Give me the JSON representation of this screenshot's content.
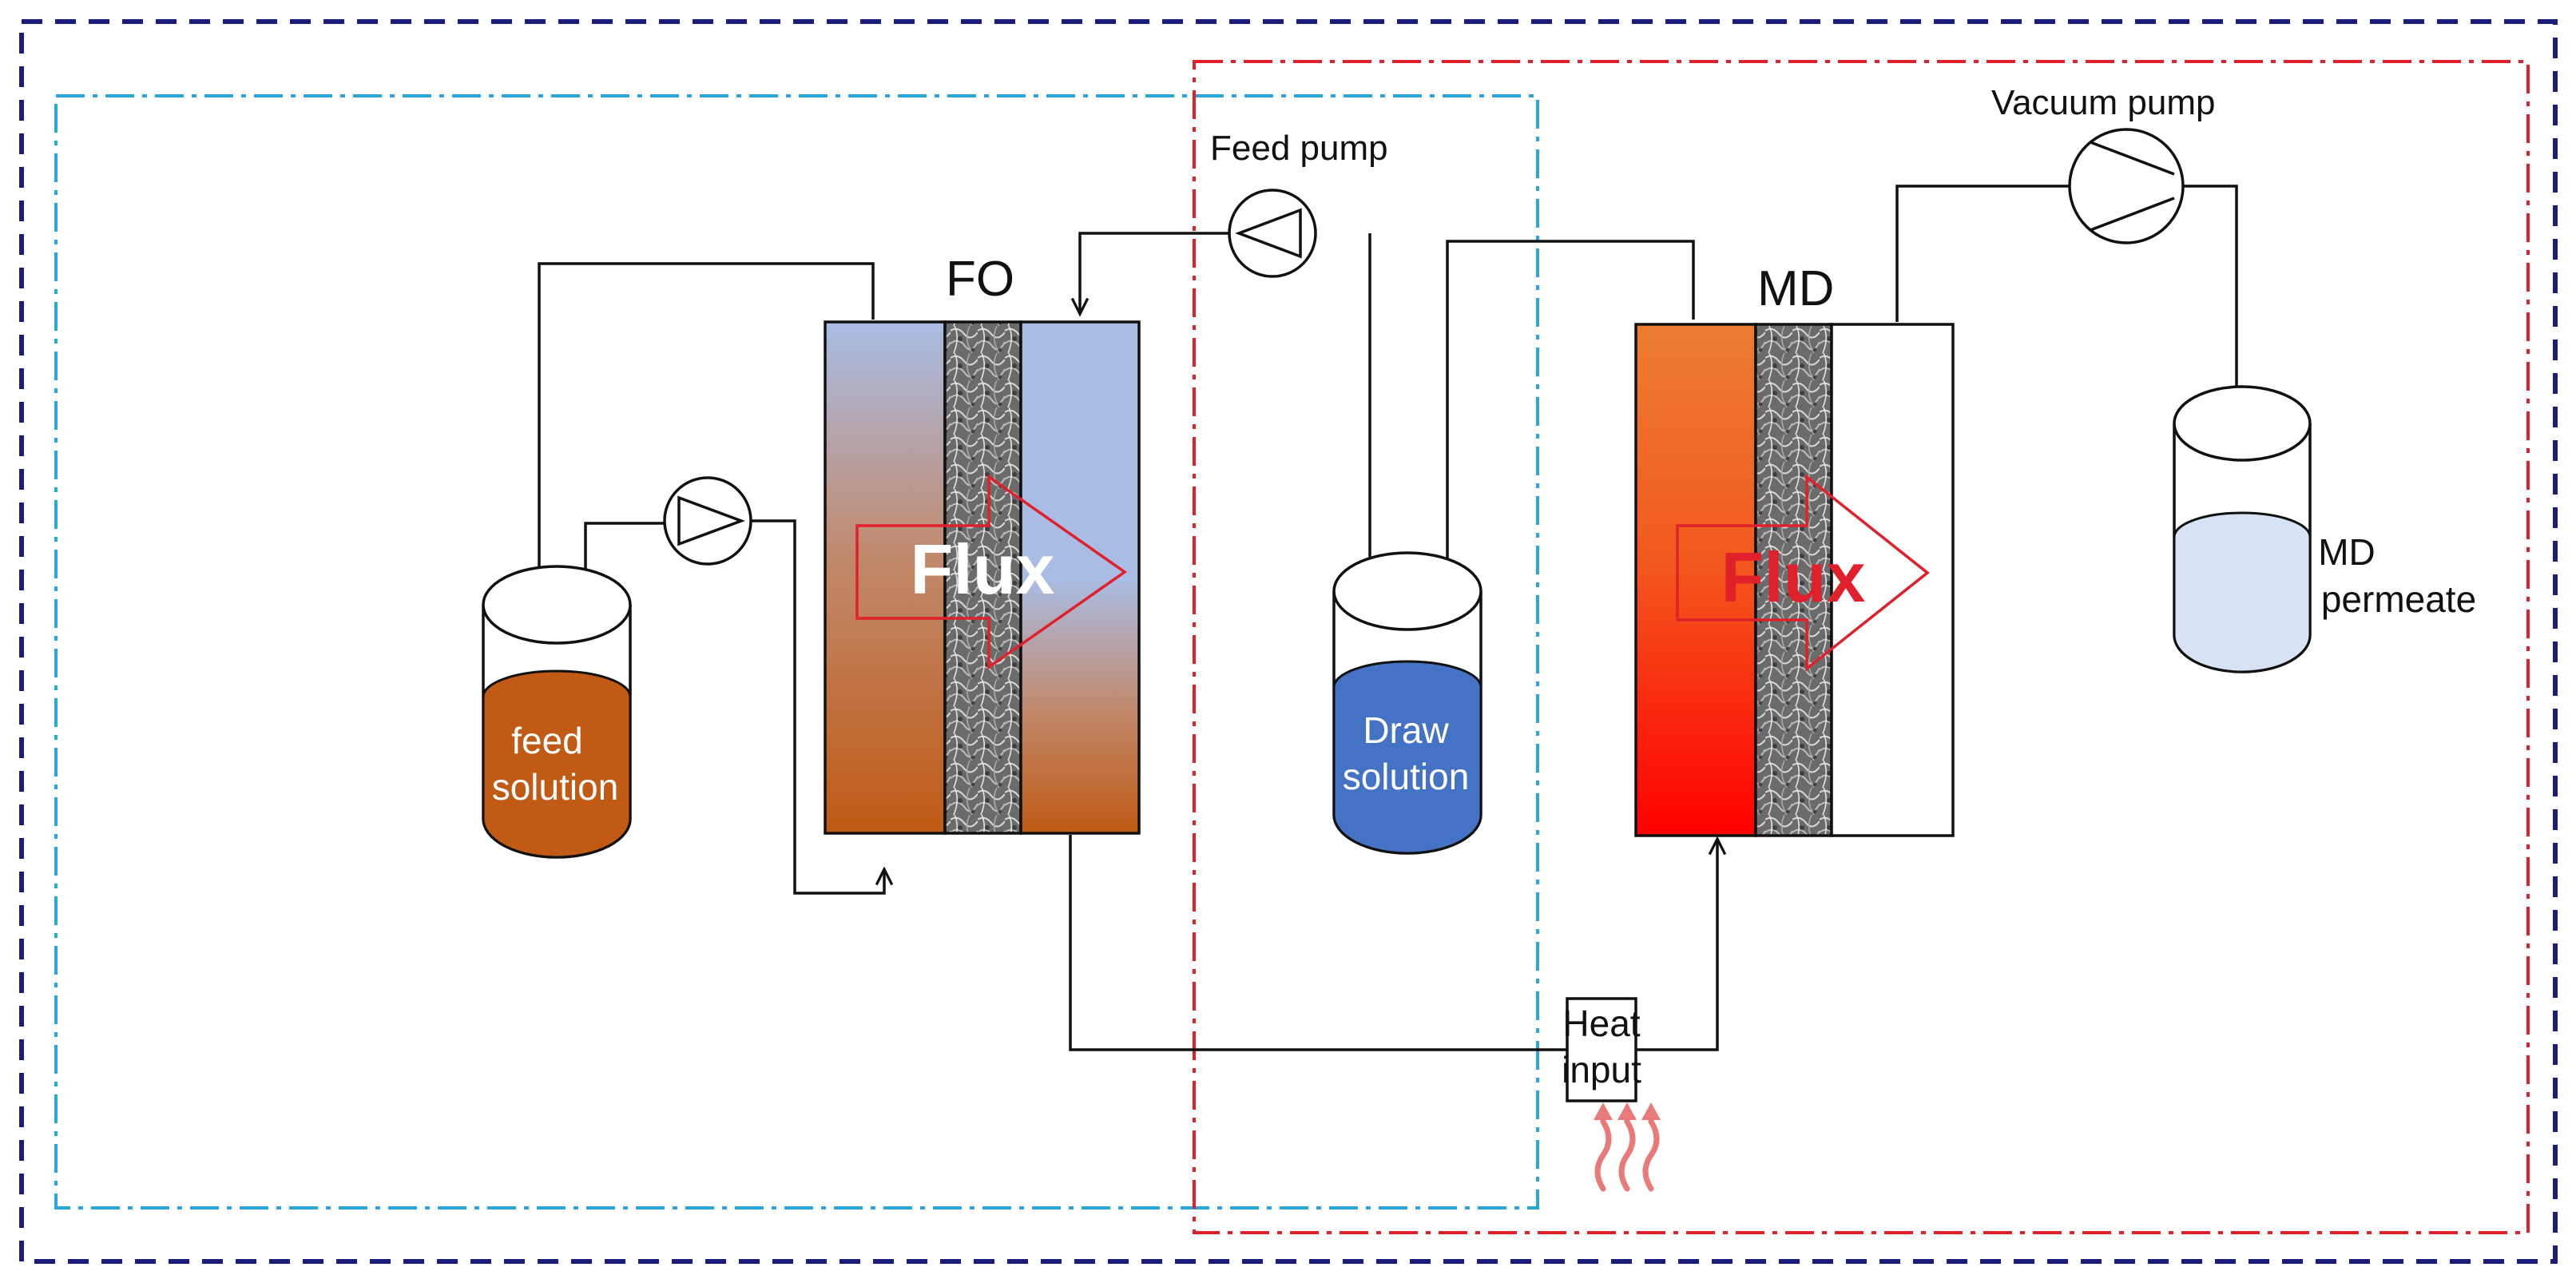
{
  "labels": {
    "feed_pump": "Feed pump",
    "vacuum_pump": "Vacuum pump",
    "fo": "FO",
    "md": "MD",
    "flux_fo": "Flux",
    "flux_md": "Flux",
    "feed_solution": [
      "feed",
      "solution"
    ],
    "draw_solution": [
      "Draw",
      "solution"
    ],
    "md_permeate": [
      "MD",
      "permeate"
    ],
    "heat_input": [
      "Heat",
      "input"
    ]
  },
  "colors": {
    "outer_border": "#1c1c7a",
    "fo_boundary": "#29a8d8",
    "md_boundary": "#e0202a",
    "feed_liquid": "#c05a14",
    "draw_liquid": "#4472c4",
    "permeate_liquid": "#d7e3f5",
    "fo_blue": "#a9bde4",
    "md_orange": "#ec7d30",
    "md_red": "#ff0000",
    "flux_arrow": "#e0202a",
    "heat_waves": "#e87a7a"
  },
  "icons": [
    "pump-icon",
    "membrane-texture",
    "heat-wave-icon"
  ]
}
